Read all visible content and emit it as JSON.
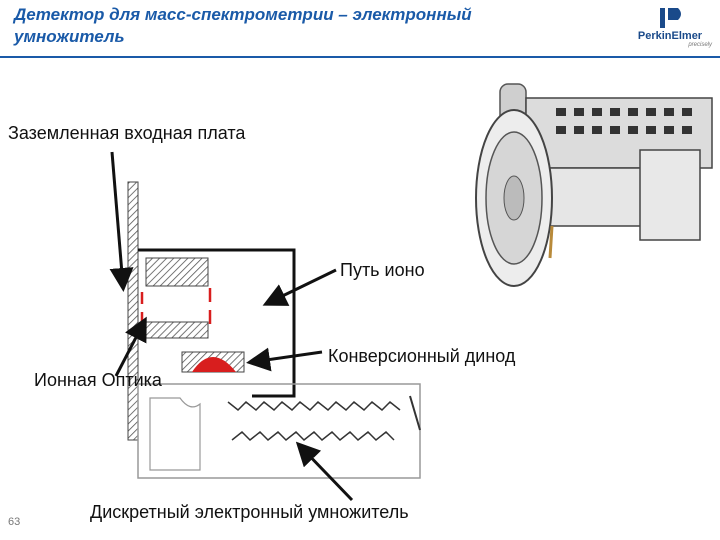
{
  "header": {
    "title": "Детектор для масс-спектрометрии – электронный\nумножитель",
    "logo_brand": "PerkinElmer",
    "logo_tagline": "precisely",
    "accent_color": "#1a5aa8"
  },
  "labels": {
    "grounded_plate": "Заземленная входная плата",
    "ion_path": "Путь ионо",
    "conversion_dynode": "Конверсионный динод",
    "ion_optics": "Ионная Оптика",
    "discrete_multiplier": "Дискретный электронный умножитель"
  },
  "footer": {
    "slide_number": "63"
  },
  "colors": {
    "dynode": "#d81e1e",
    "arrow": "#111111",
    "housing": "#888888"
  }
}
